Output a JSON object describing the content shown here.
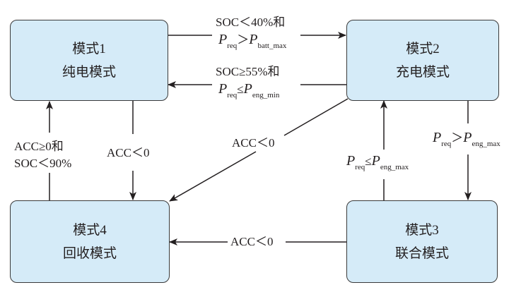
{
  "nodes": {
    "mode1": {
      "title": "模式1",
      "name": "纯电模式"
    },
    "mode2": {
      "title": "模式2",
      "name": "充电模式"
    },
    "mode3": {
      "title": "模式3",
      "name": "联合模式"
    },
    "mode4": {
      "title": "模式4",
      "name": "回收模式"
    }
  },
  "edges": {
    "m1_to_m2": {
      "line1": "SOC＜40%和",
      "p": "P",
      "req": "req",
      "op": "＞",
      "p2": "P",
      "sub2": "batt_max"
    },
    "m2_to_m1": {
      "line1": "SOC≥55%和",
      "p": "P",
      "req": "req",
      "op": "≤",
      "p2": "P",
      "sub2": "eng_min"
    },
    "m2_to_m4": {
      "text": "ACC＜0"
    },
    "m1_to_m4": {
      "text": "ACC＜0"
    },
    "m4_to_m1": {
      "line1": "ACC≥0和",
      "line2": "SOC＜90%"
    },
    "m2_to_m3": {
      "p": "P",
      "req": "req",
      "op": "＞",
      "p2": "P",
      "sub2": "eng_max"
    },
    "m3_to_m2": {
      "p": "P",
      "req": "req",
      "op": "≤",
      "p2": "P",
      "sub2": "eng_max"
    },
    "m3_to_m4": {
      "text": "ACC＜0"
    }
  },
  "colors": {
    "box_fill": "#d5ebf8",
    "stroke": "#3a3a3a"
  }
}
